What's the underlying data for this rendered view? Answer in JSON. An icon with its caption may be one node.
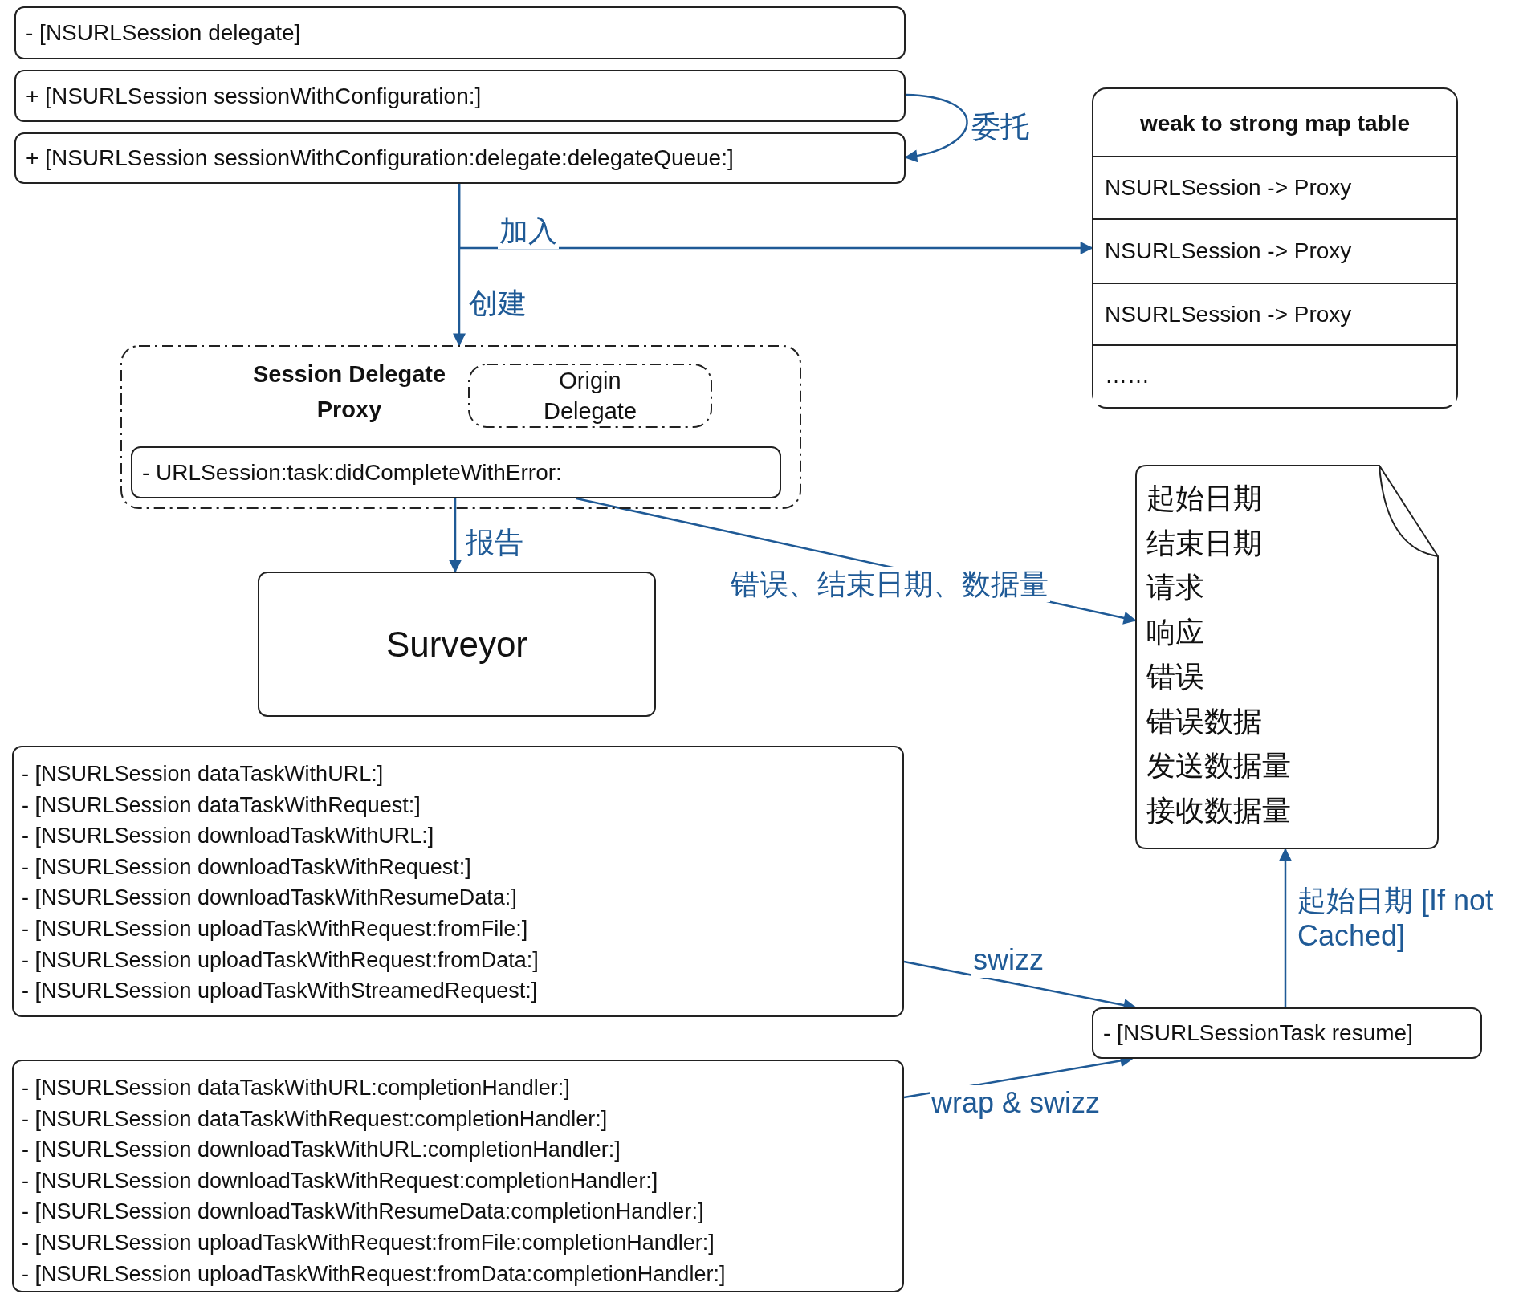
{
  "diagram": {
    "nodes": [
      {
        "text": [
          "- [NSURLSession delegate]"
        ]
      },
      {
        "text": [
          "+ [NSURLSession sessionWithConfiguration:]"
        ]
      },
      {
        "text": [
          "+ [NSURLSession sessionWithConfiguration:delegate:delegateQueue:]"
        ]
      },
      {
        "text": [
          "weak to strong map table"
        ]
      },
      {
        "text": [
          "NSURLSession -> Proxy"
        ],
        "in": 3
      },
      {
        "text": [
          "NSURLSession -> Proxy"
        ],
        "in": 3
      },
      {
        "text": [
          "NSURLSession -> Proxy"
        ],
        "in": 3
      },
      {
        "text": [
          "……"
        ],
        "in": 3
      },
      {
        "text": [
          "Session Delegate Proxy"
        ]
      },
      {
        "text": [
          "Origin Delegate"
        ],
        "in": 8
      },
      {
        "text": [
          "- URLSession:task:didCompleteWithError:"
        ],
        "in": 8
      },
      {
        "text": [
          "Surveyor"
        ]
      },
      {
        "text": [
          "起始日期",
          "结束日期",
          "请求",
          "响应",
          "错误",
          "错误数据",
          "发送数据量",
          "接收数据量"
        ]
      },
      {
        "text": [
          "- [NSURLSession dataTaskWithURL:]",
          "- [NSURLSession dataTaskWithRequest:]",
          "- [NSURLSession downloadTaskWithURL:]",
          "- [NSURLSession downloadTaskWithRequest:]",
          "- [NSURLSession downloadTaskWithResumeData:]",
          "- [NSURLSession uploadTaskWithRequest:fromFile:]",
          "- [NSURLSession uploadTaskWithRequest:fromData:]",
          "- [NSURLSession uploadTaskWithStreamedRequest:]"
        ]
      },
      {
        "text": [
          "- [NSURLSession dataTaskWithURL:completionHandler:]",
          "- [NSURLSession dataTaskWithRequest:completionHandler:]",
          "- [NSURLSession downloadTaskWithURL:completionHandler:]",
          "- [NSURLSession downloadTaskWithRequest:completionHandler:]",
          "- [NSURLSession downloadTaskWithResumeData:completionHandler:]",
          "- [NSURLSession uploadTaskWithRequest:fromFile:completionHandler:]",
          "- [NSURLSession uploadTaskWithRequest:fromData:completionHandler:]"
        ]
      },
      {
        "text": [
          "- [NSURLSessionTask resume]"
        ]
      }
    ],
    "edges": [
      {
        "from": 1,
        "to": 2,
        "arrow": "to",
        "label": "委托"
      },
      {
        "from": 2,
        "to": 5,
        "arrow": "to",
        "label": "加入"
      },
      {
        "from": 2,
        "to": 8,
        "arrow": "to",
        "label": "创建"
      },
      {
        "from": 10,
        "to": 11,
        "arrow": "to",
        "label": "报告"
      },
      {
        "from": 10,
        "to": 12,
        "arrow": "to",
        "label": "错误、结束日期、数据量"
      },
      {
        "from": 13,
        "to": 15,
        "arrow": "to",
        "label": "swizz"
      },
      {
        "from": 14,
        "to": 15,
        "arrow": "to",
        "label": "wrap & swizz"
      },
      {
        "from": 15,
        "to": 12,
        "arrow": "to",
        "label": "起始日期 [If not Cached]"
      }
    ]
  }
}
